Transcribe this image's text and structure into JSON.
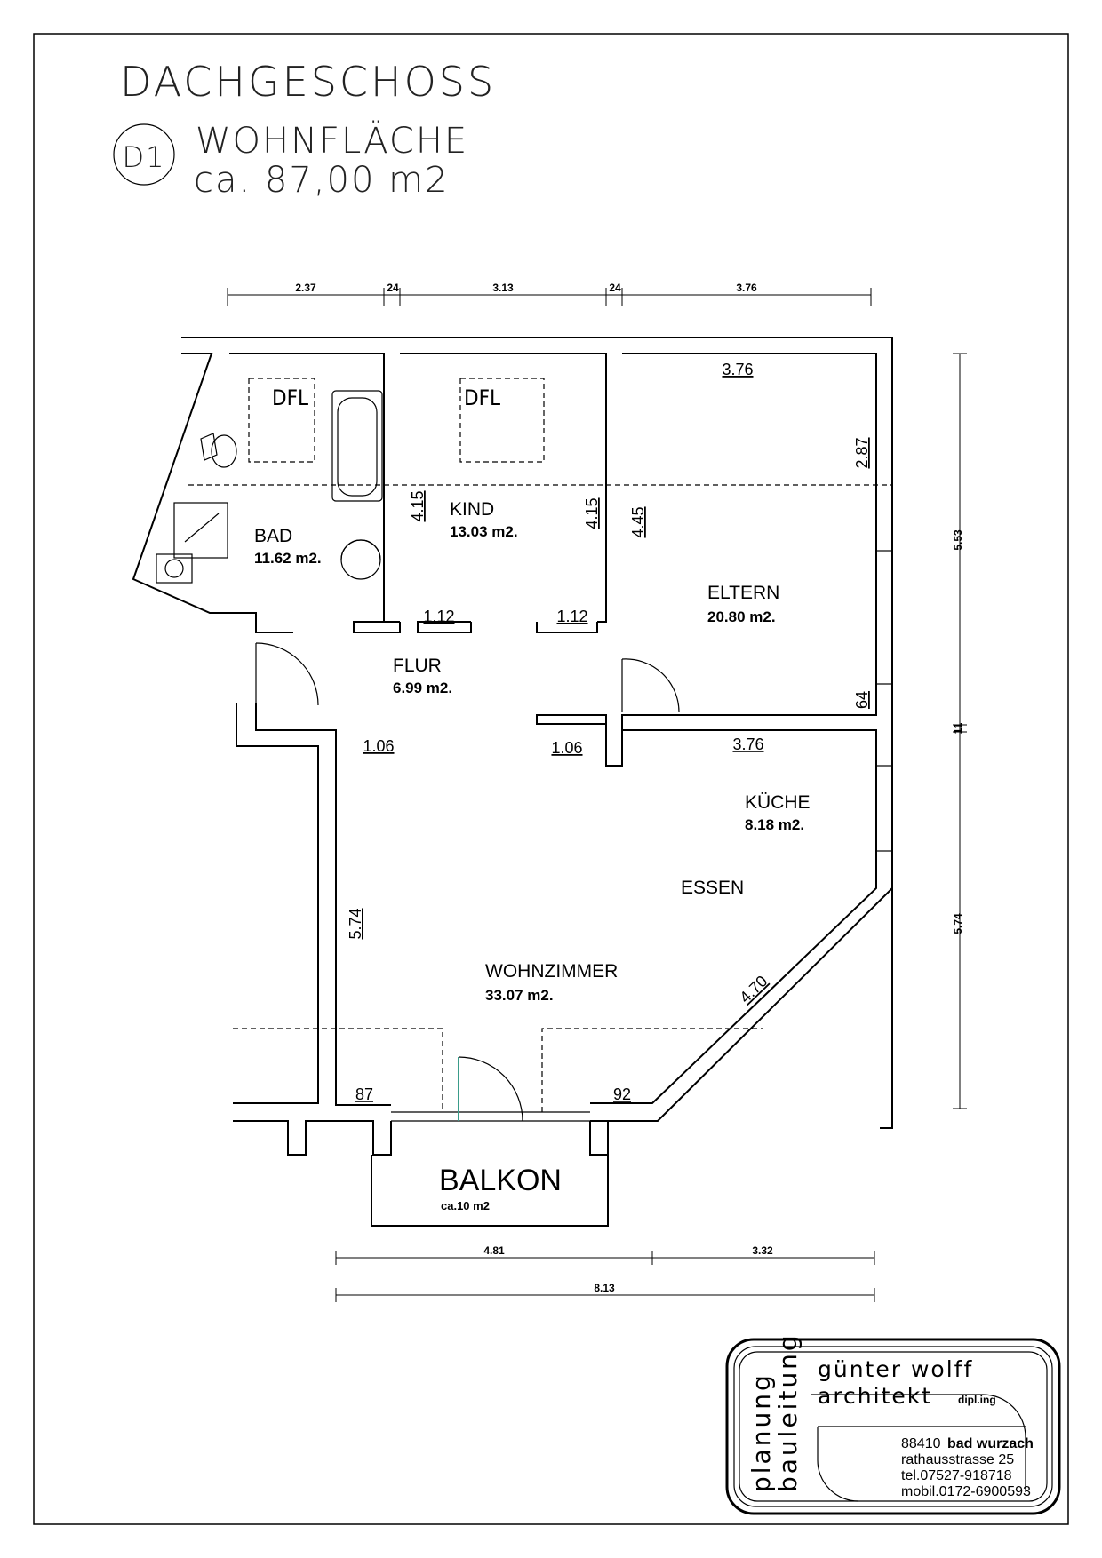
{
  "header": {
    "title": "DACHGESCHOSS",
    "unit_badge": "D1",
    "subtitle_line1": "WOHNFLÄCHE",
    "subtitle_line2": "ca.  87,00  m2"
  },
  "rooms": [
    {
      "id": "bad",
      "name": "BAD",
      "area": "11.62 m2."
    },
    {
      "id": "kind",
      "name": "KIND",
      "area": "13.03 m2."
    },
    {
      "id": "eltern",
      "name": "ELTERN",
      "area": "20.80 m2."
    },
    {
      "id": "flur",
      "name": "FLUR",
      "area": "6.99 m2."
    },
    {
      "id": "kueche",
      "name": "KÜCHE",
      "area": "8.18 m2."
    },
    {
      "id": "essen",
      "name": "ESSEN",
      "area": ""
    },
    {
      "id": "wohnzimmer",
      "name": "WOHNZIMMER",
      "area": "33.07 m2."
    }
  ],
  "balcony": {
    "name": "BALKON",
    "area": "ca.10  m2"
  },
  "skylights": [
    "DFL",
    "DFL"
  ],
  "dimensions": {
    "top": [
      "2.37",
      "24",
      "3.13",
      "24",
      "3.76"
    ],
    "right": [
      "5.53",
      "11",
      "5.74"
    ],
    "bottom": [
      "4.81",
      "3.32"
    ],
    "bottom_total": "8.13",
    "interior": {
      "eltern_top": "3.76",
      "eltern_side": "2.87",
      "eltern_left": "4.45",
      "kind_left": "4.15",
      "kind_right": "4.15",
      "kind_door_left": "1.12",
      "kind_door_right": "1.12",
      "eltern_window": "64",
      "flur_left": "1.06",
      "flur_right": "1.06",
      "kueche_top": "3.76",
      "wohn_left": "5.74",
      "diagonal": "4.70",
      "balcony_left": "87",
      "balcony_right": "92"
    }
  },
  "stamp": {
    "vertical_1": "planung",
    "vertical_2": "bauleitung",
    "name": "günter  wolff",
    "title": "architekt",
    "title_suffix": "dipl.ing",
    "address_line1_a": "88410",
    "address_line1_b": "bad  wurzach",
    "address_line2": "rathausstrasse  25",
    "address_line3": "tel.07527-918718",
    "address_line4": "mobil.0172-6900593"
  }
}
